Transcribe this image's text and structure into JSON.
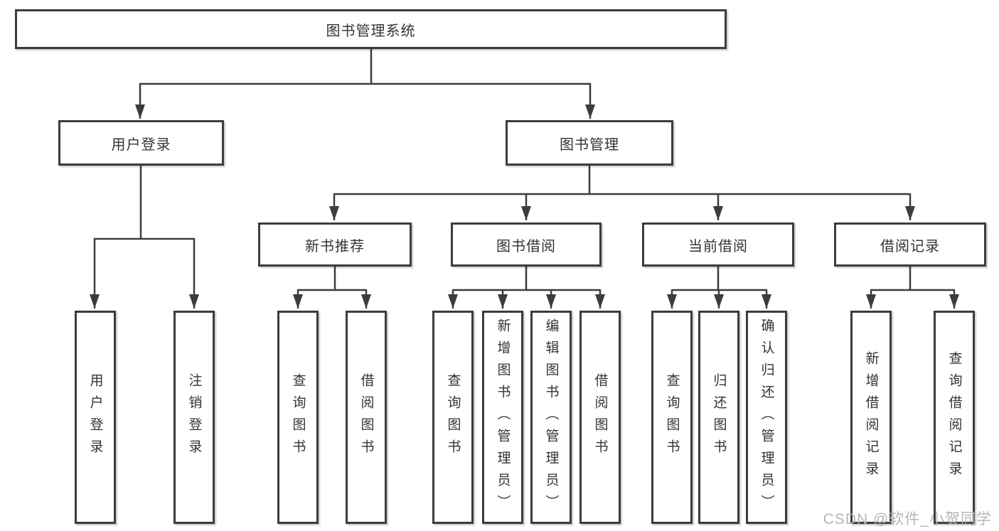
{
  "nodes": {
    "root": {
      "label": "图书管理系统"
    },
    "branches": [
      {
        "label": "用户登录",
        "children": [
          {
            "label": "用户登录"
          },
          {
            "label": "注销登录"
          }
        ]
      },
      {
        "label": "图书管理",
        "children": [
          {
            "label": "新书推荐",
            "children": [
              {
                "label": "查询图书"
              },
              {
                "label": "借阅图书"
              }
            ]
          },
          {
            "label": "图书借阅",
            "children": [
              {
                "label": "查询图书"
              },
              {
                "label": "新增图书（管理员）"
              },
              {
                "label": "编辑图书（管理员）"
              },
              {
                "label": "借阅图书"
              }
            ]
          },
          {
            "label": "当前借阅",
            "children": [
              {
                "label": "查询图书"
              },
              {
                "label": "归还图书"
              },
              {
                "label": "确认归还（管理员）"
              }
            ]
          },
          {
            "label": "借阅记录",
            "children": [
              {
                "label": "新增借阅记录"
              },
              {
                "label": "查询借阅记录"
              }
            ]
          }
        ]
      }
    ]
  },
  "watermark": "CSDN @软件_小贺同学",
  "colors": {
    "line": "#3c3c3c",
    "box_border": "#3c3c3c",
    "text": "#333333",
    "watermark": "#b5b5b5",
    "background": "#ffffff"
  }
}
